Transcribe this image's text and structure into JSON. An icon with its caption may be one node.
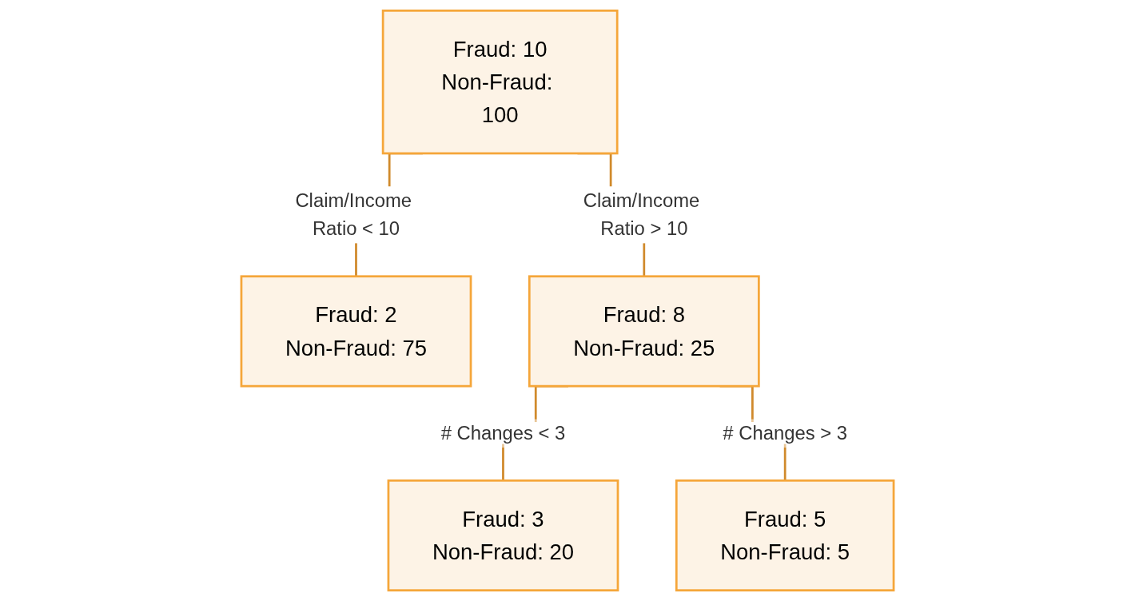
{
  "diagram": {
    "nodes": [
      {
        "text": [
          "Fraud: 10",
          "Non-Fraud: 100"
        ]
      },
      {
        "text": [
          "Fraud: 2",
          "Non-Fraud: 75"
        ]
      },
      {
        "text": [
          "Fraud: 8",
          "Non-Fraud: 25"
        ]
      },
      {
        "text": [
          "Fraud: 3",
          "Non-Fraud: 20"
        ]
      },
      {
        "text": [
          "Fraud: 5",
          "Non-Fraud: 5"
        ]
      }
    ],
    "edges": [
      {
        "from": 0,
        "to": 1,
        "arrow": "none",
        "label": "Claim/Income Ratio < 10"
      },
      {
        "from": 0,
        "to": 2,
        "arrow": "none",
        "label": "Claim/Income Ratio > 10"
      },
      {
        "from": 2,
        "to": 3,
        "arrow": "none",
        "label": "# Changes < 3"
      },
      {
        "from": 2,
        "to": 4,
        "arrow": "none",
        "label": "# Changes > 3"
      }
    ]
  }
}
